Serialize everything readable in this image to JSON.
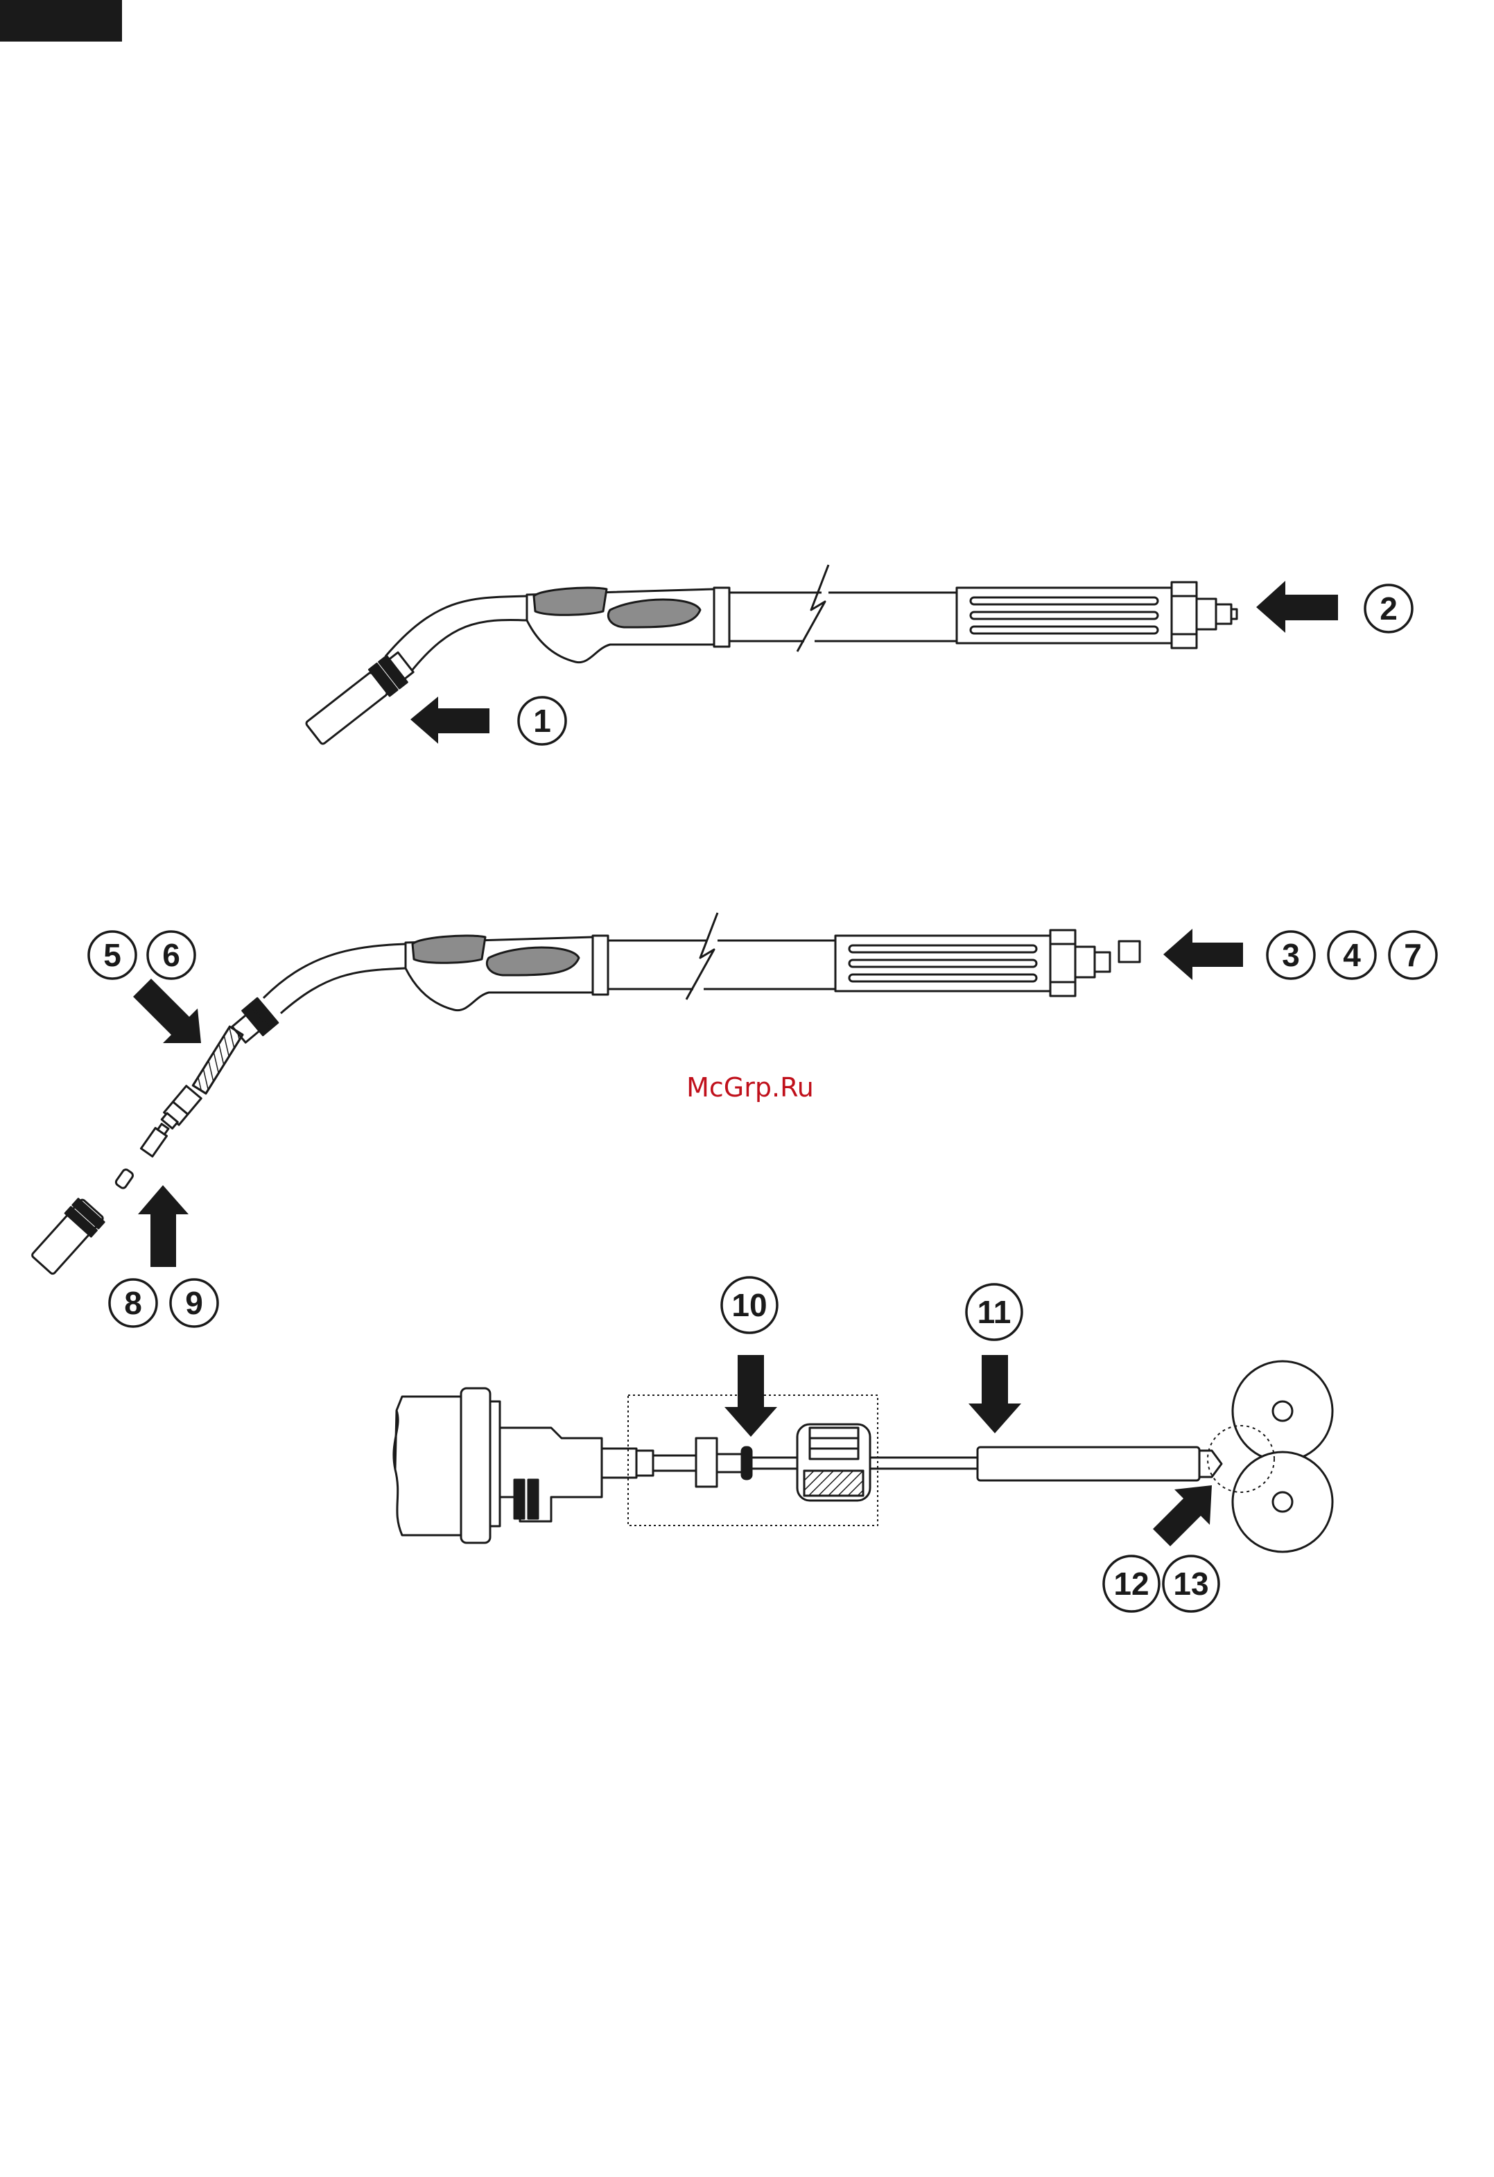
{
  "colors": {
    "ink": "#1a1a1a",
    "grip_gray": "#8c8c8c",
    "watermark": "#c0101b",
    "paper": "#ffffff"
  },
  "watermark": {
    "text": "McGrp.Ru"
  },
  "callouts": {
    "c1": "1",
    "c2": "2",
    "c3": "3",
    "c4": "4",
    "c5": "5",
    "c6": "6",
    "c7": "7",
    "c8": "8",
    "c9": "9",
    "c10": "10",
    "c11": "11",
    "c12": "12",
    "c13": "13"
  }
}
